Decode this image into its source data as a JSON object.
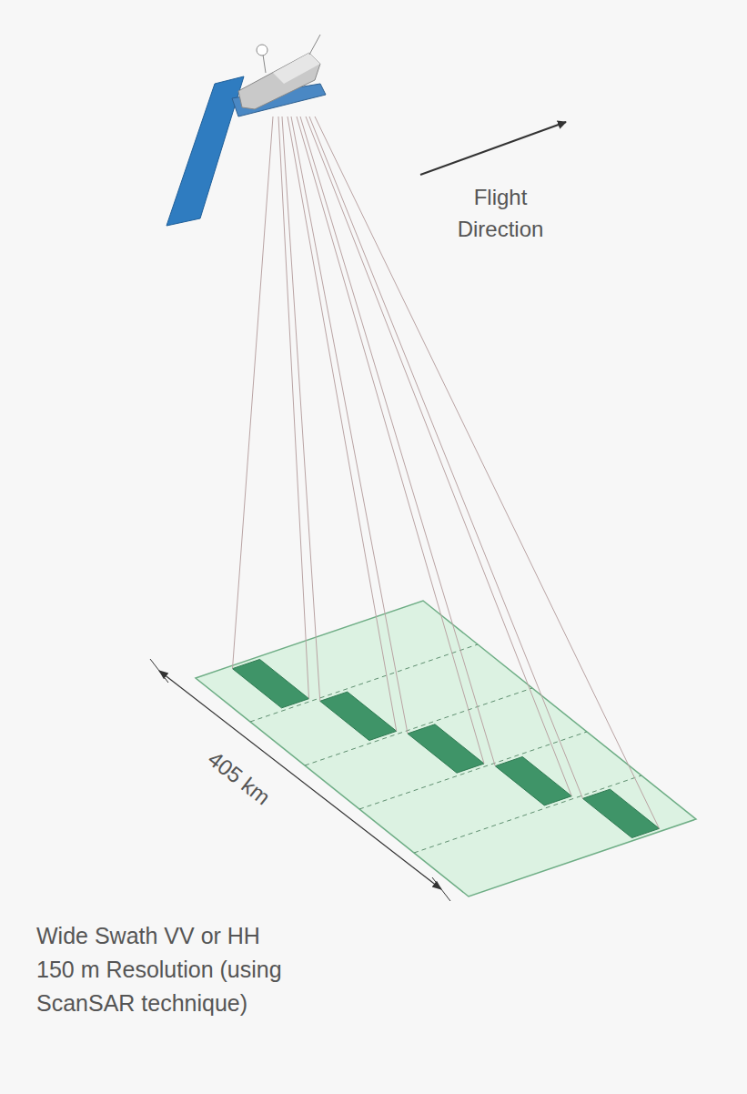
{
  "diagram": {
    "caption": "Wide Swath VV or HH 150 m Resolution (using ScanSAR technique)",
    "labels": [
      "Flight Direction",
      "405 km"
    ]
  }
}
